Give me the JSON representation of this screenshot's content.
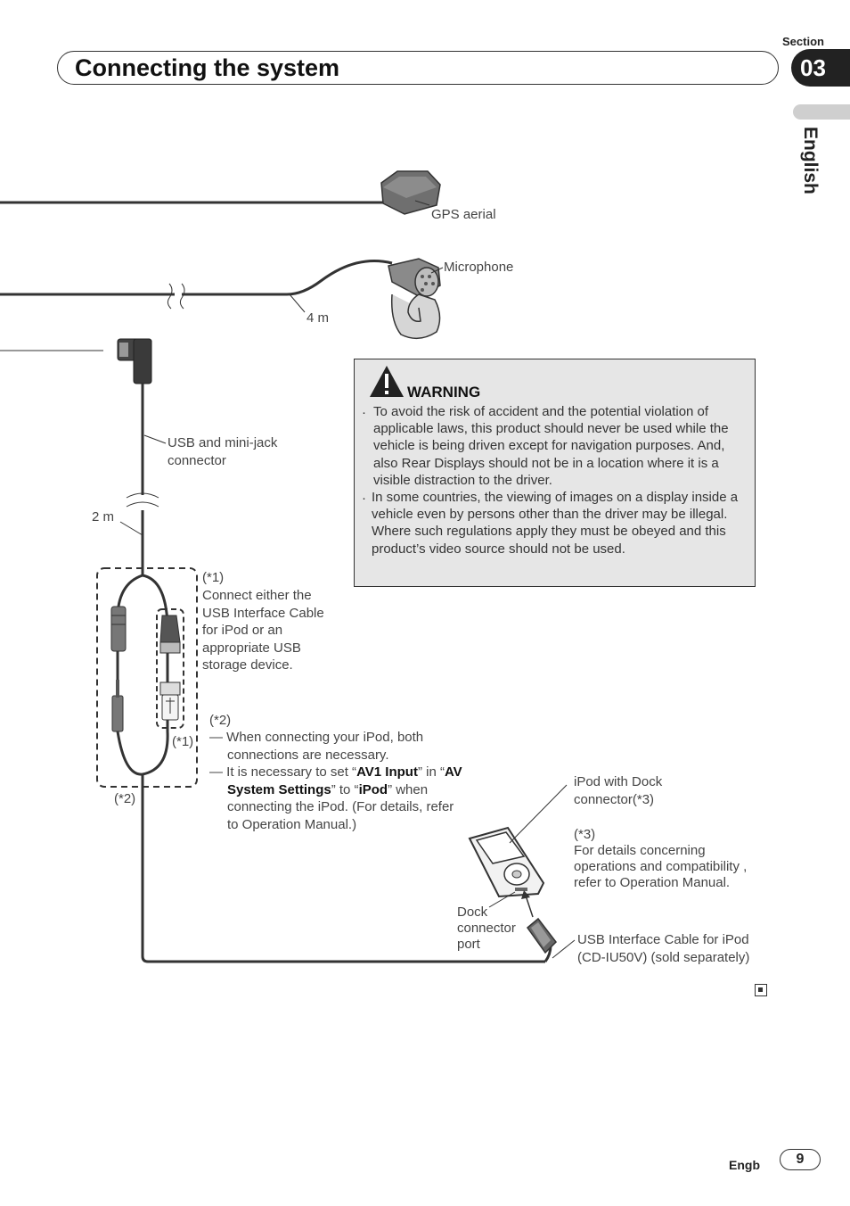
{
  "header": {
    "section_label": "Section",
    "section_number": "03",
    "title": "Connecting the system",
    "language_tab": "English"
  },
  "diagram": {
    "gps_label": "GPS aerial",
    "microphone_label": "Microphone",
    "mic_cable_length": "4 m",
    "usb_connector_label": "USB and mini-jack connector",
    "usb_cable_length": "2 m",
    "note1_ref": "(*1)",
    "note1_text": "Connect either the USB Interface Cable for iPod or an appropriate USB storage device.",
    "note1_mark": "(*1)",
    "note2_mark": "(*2)",
    "note2_ref": "(*2)",
    "note2_line1": "— When connecting your iPod, both connections are necessary.",
    "note2_line2_prefix": "— It is necessary to set “",
    "note2_av1": "AV1 Input",
    "note2_in": "” in “",
    "note2_avsys": "AV System Settings",
    "note2_to": "” to “",
    "note2_ipod": "iPod",
    "note2_suffix": "” when connecting the iPod. (For details, refer to Operation Manual.)",
    "ipod_label": "iPod with Dock connector(*3)",
    "note3_ref": "(*3)",
    "note3_text": "For details concerning operations and compatibility , refer to Operation Manual.",
    "dock_port_label": "Dock connector port",
    "usb_ipod_cable_label": "USB Interface Cable for iPod (CD-IU50V) (sold separately)"
  },
  "warning": {
    "title": "WARNING",
    "items": [
      "To avoid the risk of accident and the potential violation of applicable laws, this product should never be used while the vehicle is being driven except for navigation purposes. And, also Rear Displays should not be in a location where it is a visible distraction to the driver.",
      "In some countries, the viewing of images on a display inside a vehicle even by persons other than the driver may be illegal. Where such regulations apply they must be obeyed and this product’s video source should not be used."
    ]
  },
  "footer": {
    "language_code": "Engb",
    "page_number": "9"
  }
}
